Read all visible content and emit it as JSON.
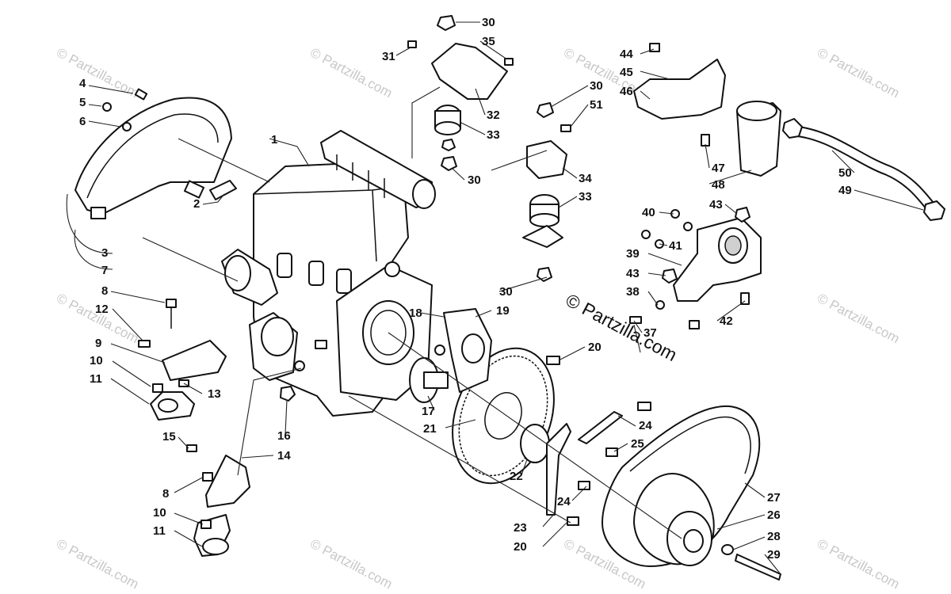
{
  "watermark": {
    "text": "© Partzilla.com",
    "center_text": "© Partzilla.com"
  },
  "callouts": [
    "1",
    "2",
    "3",
    "4",
    "5",
    "6",
    "7",
    "8",
    "9",
    "10",
    "11",
    "12",
    "13",
    "14",
    "15",
    "16",
    "17",
    "18",
    "19",
    "20",
    "21",
    "22",
    "23",
    "24",
    "25",
    "26",
    "27",
    "28",
    "29",
    "30",
    "31",
    "32",
    "33",
    "34",
    "35",
    "37",
    "38",
    "39",
    "40",
    "41",
    "42",
    "43",
    "44",
    "45",
    "46",
    "47",
    "48",
    "49",
    "50",
    "51",
    "8",
    "10",
    "11",
    "20",
    "24",
    "30",
    "30",
    "30",
    "33",
    "43"
  ],
  "colors": {
    "line": "#111111",
    "watermark": "#c8c8c8",
    "background": "#ffffff"
  }
}
